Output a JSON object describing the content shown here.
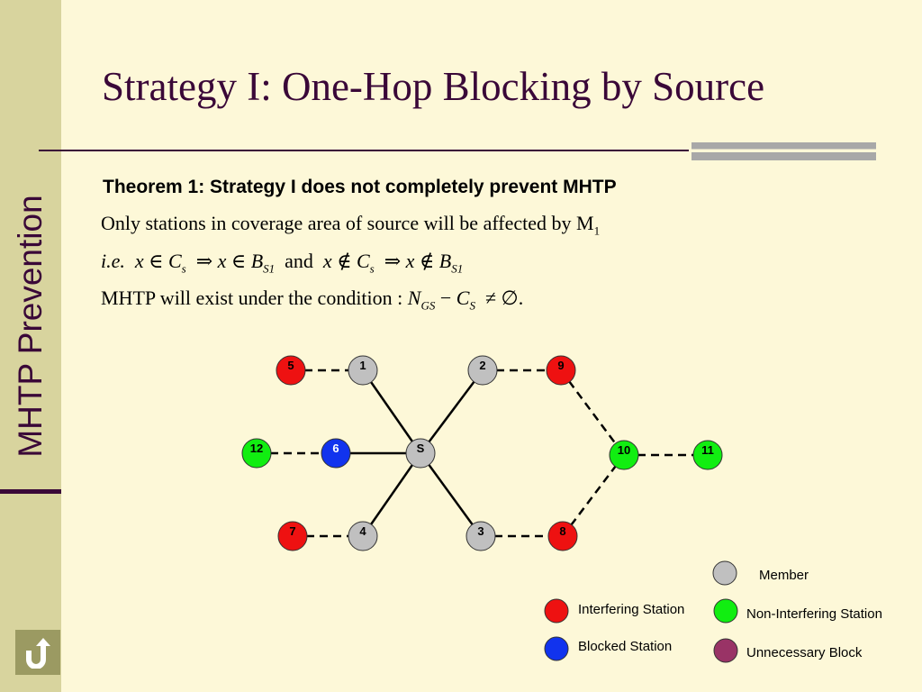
{
  "sidebar": {
    "title": "MHTP Prevention"
  },
  "slide": {
    "title": "Strategy I: One-Hop Blocking by Source",
    "theorem": "Theorem 1: Strategy I does not completely prevent MHTP",
    "line1": {
      "text": "Only stations  in coverage area of source will  be affected  by M",
      "sub": "1"
    },
    "line2": {
      "prefix": "i.e.",
      "x": "x",
      "in": "∈",
      "notin": "∉",
      "implies": "⇒",
      "C": "C",
      "s": "s",
      "B": "B",
      "S1": "S1",
      "and": "and"
    },
    "line3": {
      "text": "MHTP  will  exist  under the  condition   :",
      "N": "N",
      "GS": "GS",
      "minus": "−",
      "C": "C",
      "S": "S",
      "neq_empty": "≠ ∅."
    }
  },
  "colors": {
    "member": "#c0c0c0",
    "interfering": "#ee1111",
    "non_interfering": "#11ee11",
    "blocked": "#1133ee",
    "unnecessary_block": "#993366"
  },
  "diagram": {
    "nodes": [
      {
        "id": "5",
        "type": "interfering"
      },
      {
        "id": "1",
        "type": "member"
      },
      {
        "id": "2",
        "type": "member"
      },
      {
        "id": "9",
        "type": "interfering"
      },
      {
        "id": "12",
        "type": "non_interfering"
      },
      {
        "id": "6",
        "type": "blocked"
      },
      {
        "id": "S",
        "type": "member"
      },
      {
        "id": "10",
        "type": "non_interfering"
      },
      {
        "id": "11",
        "type": "non_interfering"
      },
      {
        "id": "7",
        "type": "interfering"
      },
      {
        "id": "4",
        "type": "member"
      },
      {
        "id": "3",
        "type": "member"
      },
      {
        "id": "8",
        "type": "interfering"
      }
    ],
    "edges": [
      {
        "from": "S",
        "to": "1",
        "style": "solid"
      },
      {
        "from": "S",
        "to": "2",
        "style": "solid"
      },
      {
        "from": "S",
        "to": "4",
        "style": "solid"
      },
      {
        "from": "S",
        "to": "3",
        "style": "solid"
      },
      {
        "from": "S",
        "to": "6",
        "style": "solid"
      },
      {
        "from": "5",
        "to": "1",
        "style": "dashed"
      },
      {
        "from": "2",
        "to": "9",
        "style": "dashed"
      },
      {
        "from": "12",
        "to": "6",
        "style": "dashed"
      },
      {
        "from": "7",
        "to": "4",
        "style": "dashed"
      },
      {
        "from": "3",
        "to": "8",
        "style": "dashed"
      },
      {
        "from": "9",
        "to": "10",
        "style": "dashed"
      },
      {
        "from": "8",
        "to": "10",
        "style": "dashed"
      },
      {
        "from": "10",
        "to": "11",
        "style": "dashed"
      }
    ]
  },
  "legend": {
    "member": "Member",
    "interfering": "Interfering Station",
    "non_interfering": "Non-Interfering Station",
    "blocked": "Blocked Station",
    "unnecessary_block": "Unnecessary  Block"
  },
  "icons": {
    "back": "u-turn-back-icon"
  }
}
